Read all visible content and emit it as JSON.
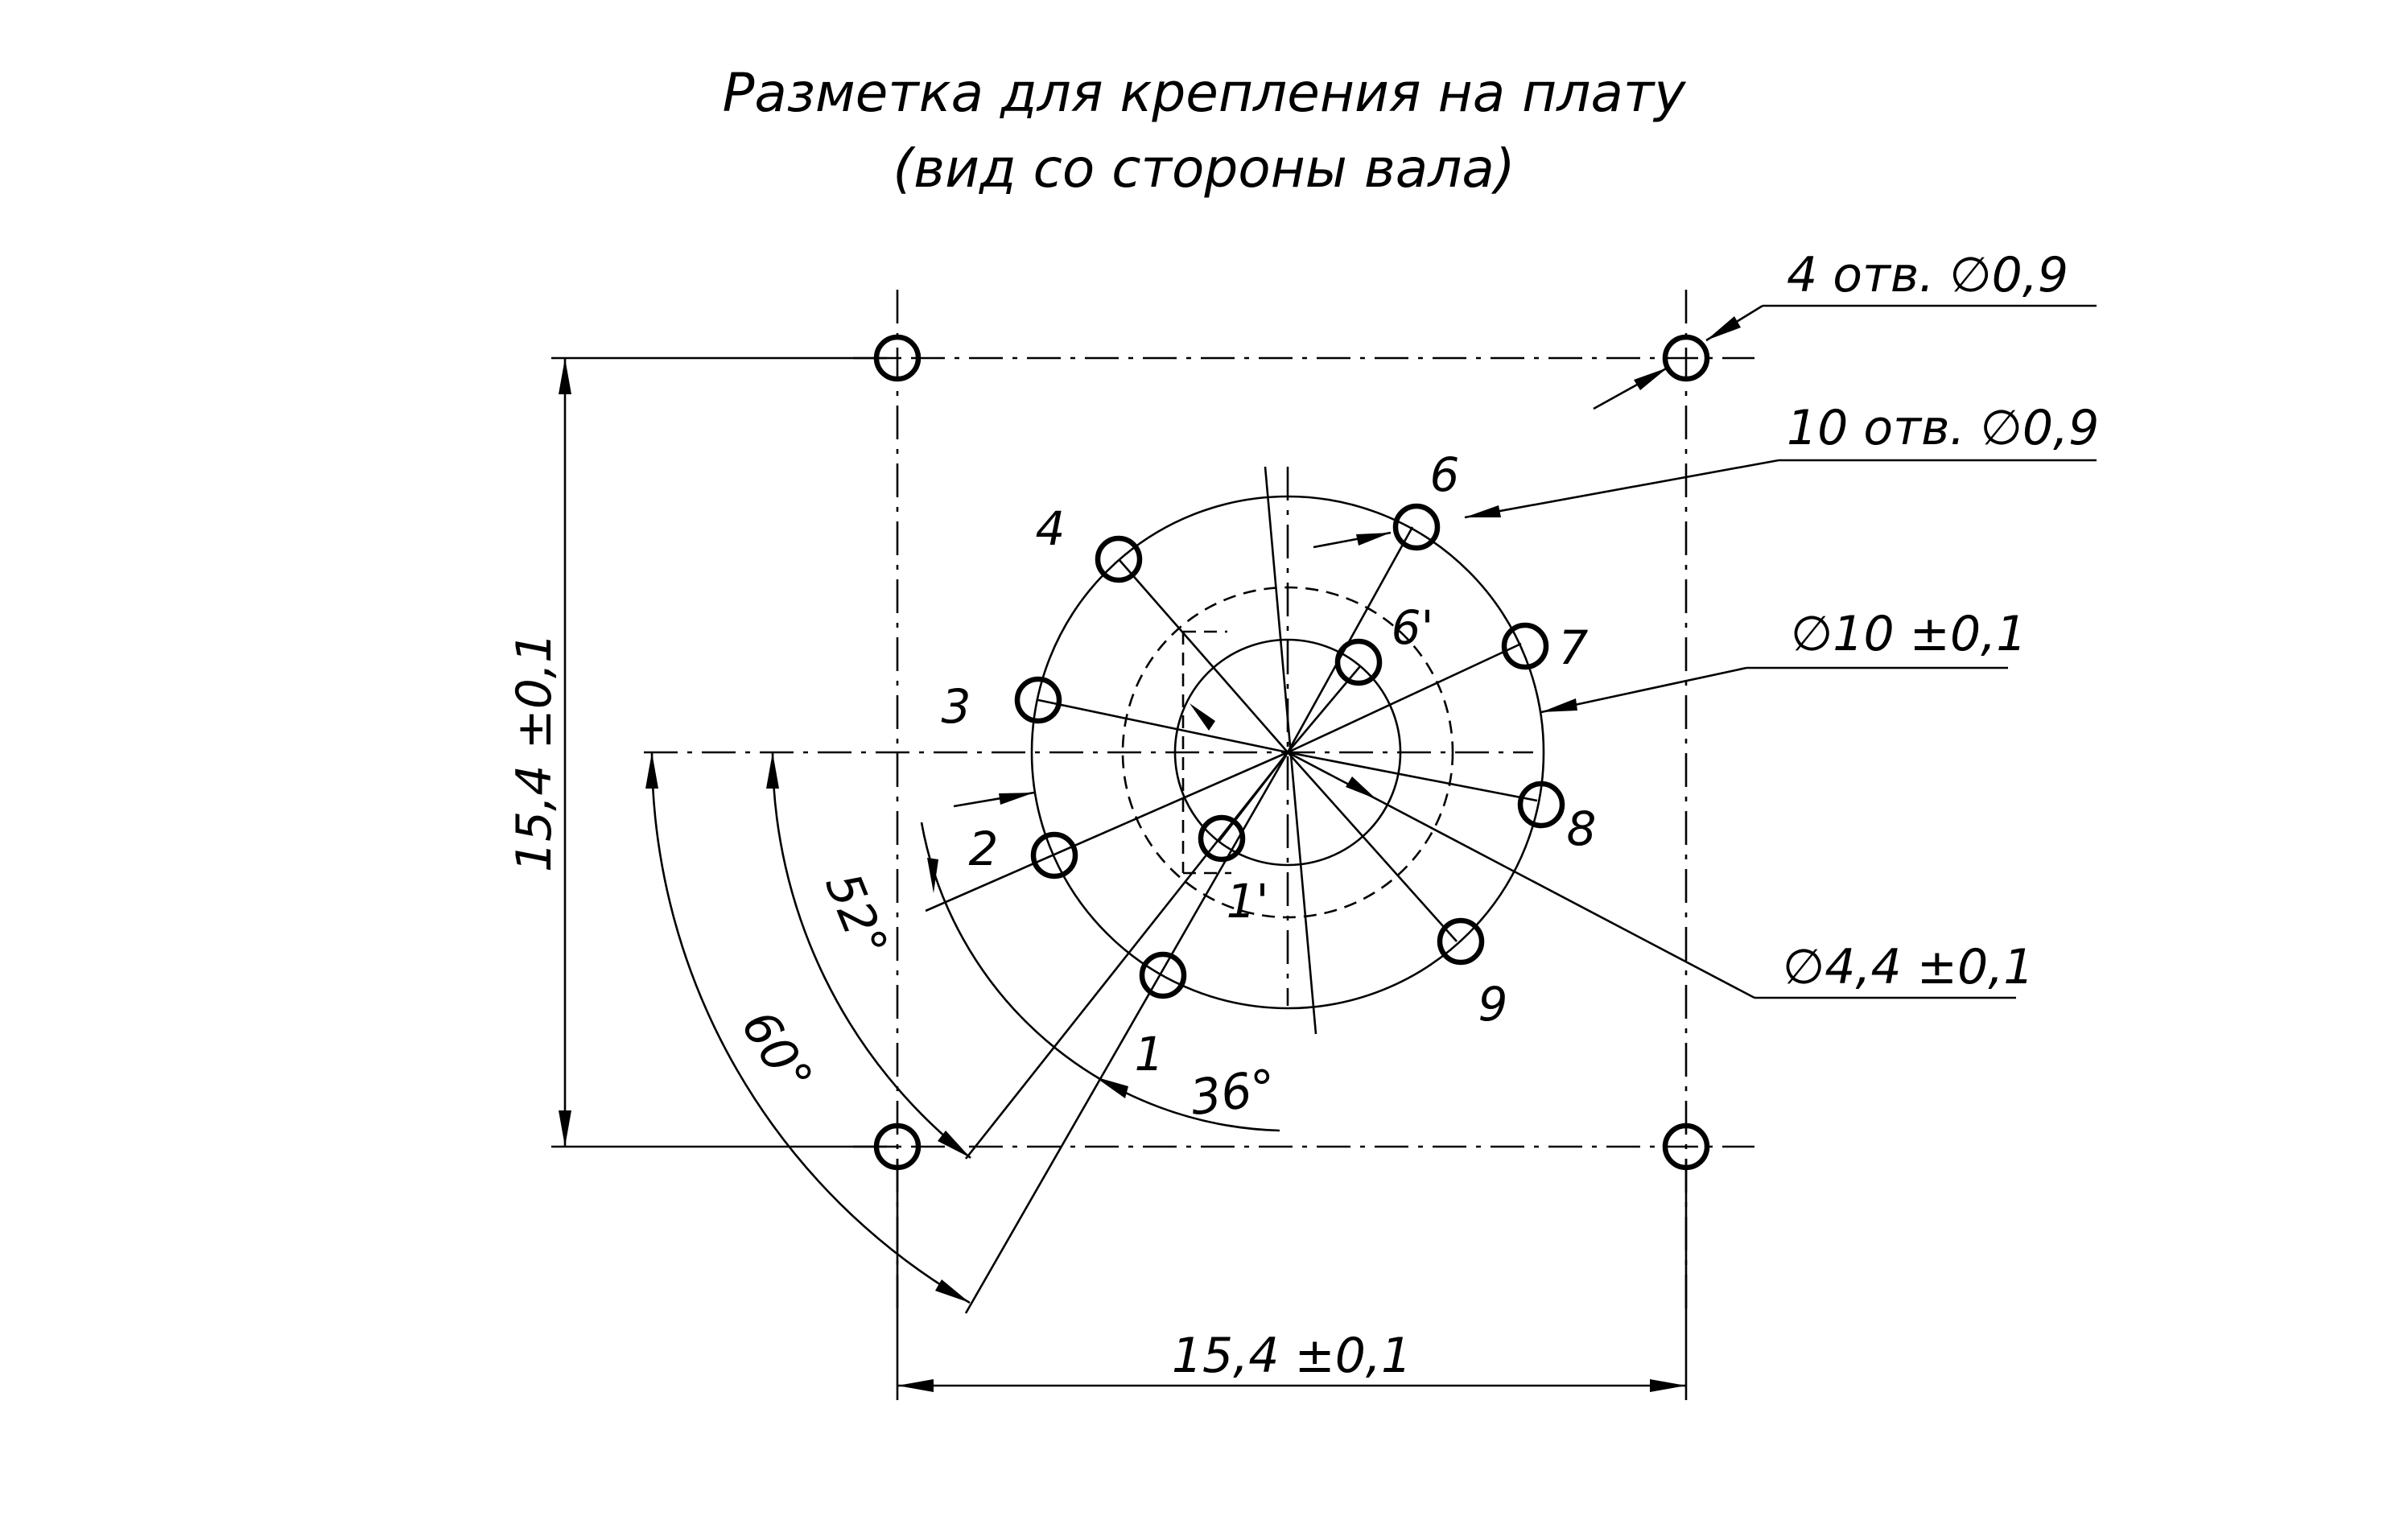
{
  "title": {
    "line1": "Разметка для крепления на плату",
    "line2": "(вид со стороны вала)"
  },
  "callouts": {
    "corner_holes": "4 отв. ∅0,9",
    "circle_holes": "10 отв. ∅0,9",
    "outer_diameter": "∅10 ±0,1",
    "inner_diameter": "∅4,4 ±0,1"
  },
  "dimensions": {
    "vertical": "15,4 ±0,1",
    "horizontal": "15,4 ±0,1"
  },
  "angles": {
    "a60": "60°",
    "a52": "52°",
    "a36": "36°"
  },
  "hole_labels": {
    "h1": "1",
    "h2": "2",
    "h3": "3",
    "h4": "4",
    "h6": "6",
    "h7": "7",
    "h8": "8",
    "h9": "9",
    "h1p": "1'",
    "h6p": "6'"
  }
}
